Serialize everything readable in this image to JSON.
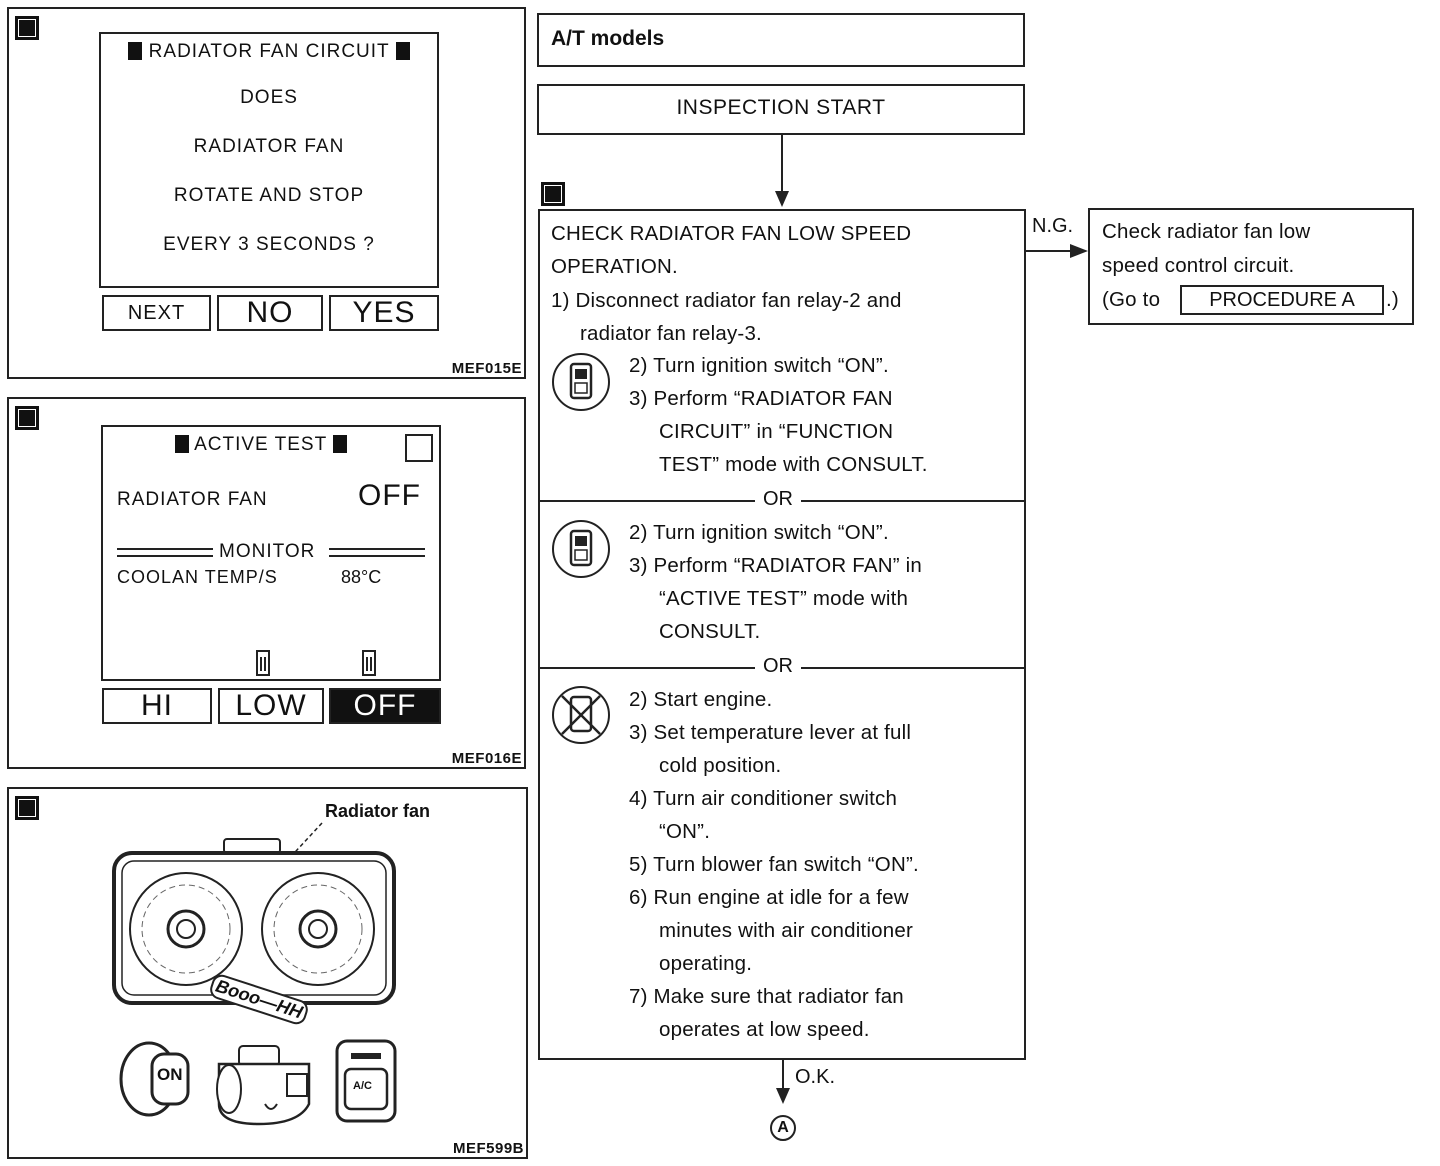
{
  "figures": [
    {
      "badge": "E",
      "code": "MEF015E",
      "screen": {
        "header": "RADIATOR FAN CIRCUIT",
        "lines": [
          "DOES",
          "RADIATOR FAN",
          "ROTATE AND STOP",
          "EVERY 3 SECONDS ?"
        ],
        "buttons": [
          "NEXT",
          "NO",
          "YES"
        ]
      }
    },
    {
      "badge": "E",
      "code": "MEF016E",
      "screen": {
        "header": "ACTIVE TEST",
        "item_label": "RADIATOR FAN",
        "item_value": "OFF",
        "monitor_label": "MONITOR",
        "monitor_item": "COOLAN TEMP/S",
        "monitor_value": "88°C",
        "buttons": [
          "HI",
          "LOW",
          "OFF"
        ],
        "selected_button": "OFF"
      }
    },
    {
      "badge": "E",
      "code": "MEF599B",
      "callout": "Radiator fan",
      "sound_text": "Booo—HH",
      "ignition_label": "ON",
      "ac_label": "A/C"
    }
  ],
  "flow": {
    "title": "A/T models",
    "start": "INSPECTION START",
    "badge": "E",
    "check_title_lines": [
      "CHECK RADIATOR FAN LOW SPEED",
      "OPERATION."
    ],
    "step1_lines": [
      "1) Disconnect radiator fan relay-2 and",
      "radiator fan relay-3."
    ],
    "section_a": [
      "2) Turn ignition switch “ON”.",
      "3) Perform “RADIATOR FAN",
      "CIRCUIT” in “FUNCTION",
      "TEST” mode with CONSULT."
    ],
    "or_label": "OR",
    "section_b": [
      "2) Turn ignition switch “ON”.",
      "3) Perform “RADIATOR FAN” in",
      "“ACTIVE TEST” mode with",
      "CONSULT."
    ],
    "section_c": [
      "2) Start engine.",
      "3) Set temperature lever at full",
      "cold position.",
      "4) Turn air conditioner switch",
      "“ON”.",
      "5) Turn blower fan switch “ON”.",
      "6) Run engine at idle for a few",
      "minutes with air conditioner",
      "operating.",
      "7) Make sure that radiator fan",
      "operates at low speed."
    ],
    "ng_label": "N.G.",
    "ng_box": {
      "line1": "Check radiator fan low",
      "line2": "speed control circuit.",
      "go_to_prefix": "(Go to",
      "procedure": "PROCEDURE A",
      "go_to_suffix": ".)"
    },
    "ok_label": "O.K.",
    "connector": "A"
  }
}
